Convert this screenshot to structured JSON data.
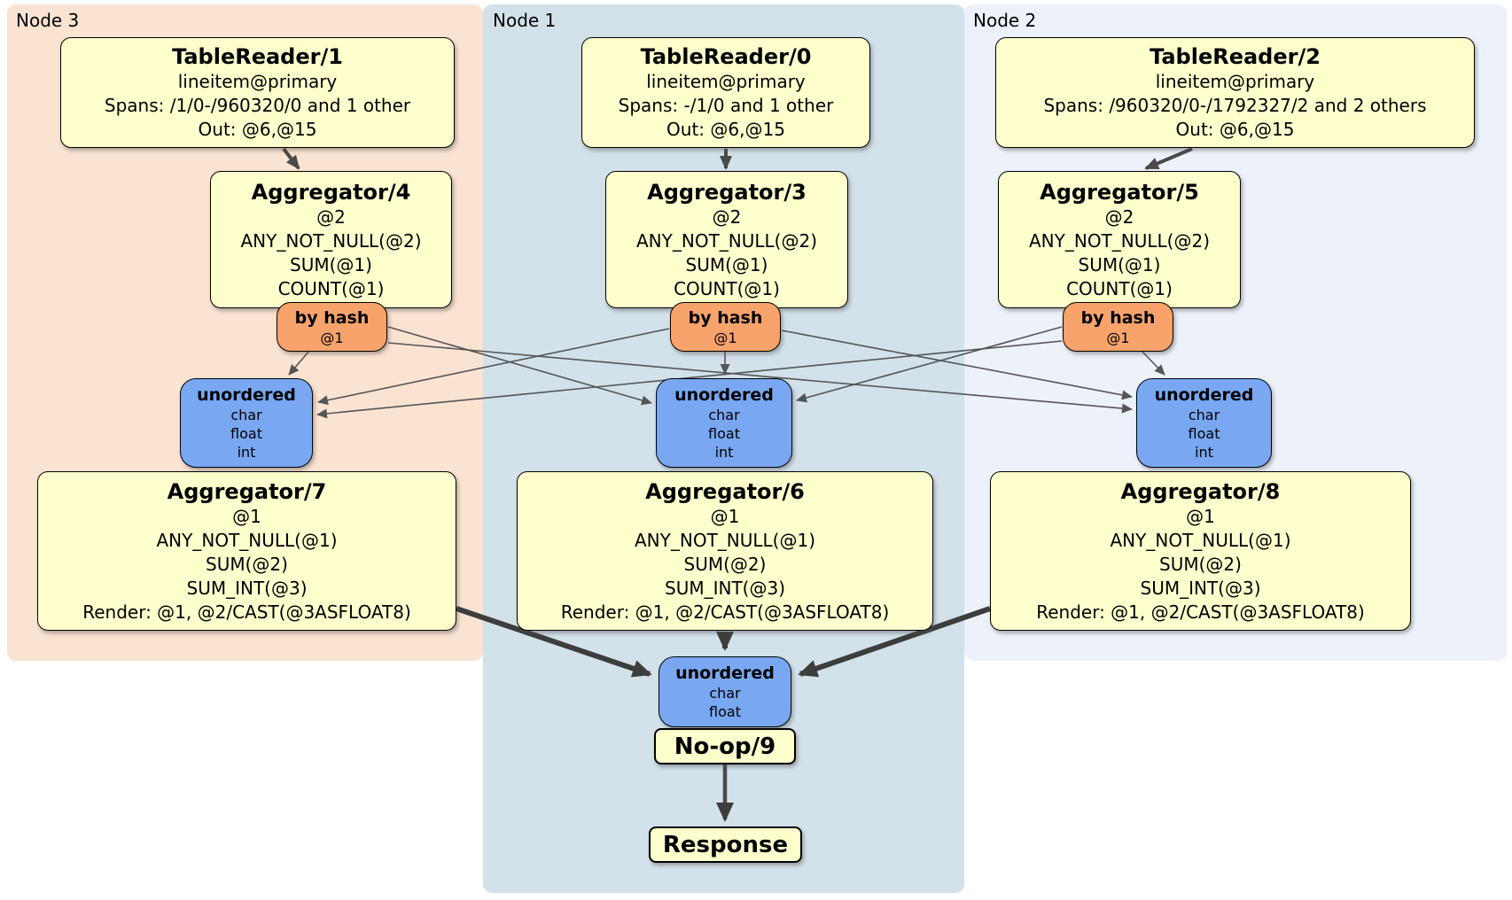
{
  "diagram_type": "distsql-plan",
  "colors": {
    "node3_bg": "#FBE3D2",
    "node1_bg": "#D3E1EA",
    "node2_bg": "#EDF1FA",
    "processor_fill": "#FFFFCE",
    "router_fill": "#F7A36B",
    "sync_fill": "#79A7F2",
    "edge": "#4a4a4a"
  },
  "regions": {
    "node3": {
      "label": "Node 3"
    },
    "node1": {
      "label": "Node 1"
    },
    "node2": {
      "label": "Node 2"
    }
  },
  "boxes": {
    "tr1": {
      "title": "TableReader/1",
      "lines": [
        "lineitem@primary",
        "Spans: /1/0-/960320/0 and 1 other",
        "Out: @6,@15"
      ]
    },
    "tr0": {
      "title": "TableReader/0",
      "lines": [
        "lineitem@primary",
        "Spans: -/1/0 and 1 other",
        "Out: @6,@15"
      ]
    },
    "tr2": {
      "title": "TableReader/2",
      "lines": [
        "lineitem@primary",
        "Spans: /960320/0-/1792327/2 and 2 others",
        "Out: @6,@15"
      ]
    },
    "agg4": {
      "title": "Aggregator/4",
      "lines": [
        "@2",
        "ANY_NOT_NULL(@2)",
        "SUM(@1)",
        "COUNT(@1)"
      ]
    },
    "agg3": {
      "title": "Aggregator/3",
      "lines": [
        "@2",
        "ANY_NOT_NULL(@2)",
        "SUM(@1)",
        "COUNT(@1)"
      ]
    },
    "agg5": {
      "title": "Aggregator/5",
      "lines": [
        "@2",
        "ANY_NOT_NULL(@2)",
        "SUM(@1)",
        "COUNT(@1)"
      ]
    },
    "hash3": {
      "title": "by hash",
      "lines": [
        "@1"
      ]
    },
    "hash1": {
      "title": "by hash",
      "lines": [
        "@1"
      ]
    },
    "hash2": {
      "title": "by hash",
      "lines": [
        "@1"
      ]
    },
    "sync3": {
      "title": "unordered",
      "lines": [
        "char",
        "float",
        "int"
      ]
    },
    "sync1": {
      "title": "unordered",
      "lines": [
        "char",
        "float",
        "int"
      ]
    },
    "sync2": {
      "title": "unordered",
      "lines": [
        "char",
        "float",
        "int"
      ]
    },
    "agg7": {
      "title": "Aggregator/7",
      "lines": [
        "@1",
        "ANY_NOT_NULL(@1)",
        "SUM(@2)",
        "SUM_INT(@3)",
        "Render: @1, @2/CAST(@3ASFLOAT8)"
      ]
    },
    "agg6": {
      "title": "Aggregator/6",
      "lines": [
        "@1",
        "ANY_NOT_NULL(@1)",
        "SUM(@2)",
        "SUM_INT(@3)",
        "Render: @1, @2/CAST(@3ASFLOAT8)"
      ]
    },
    "agg8": {
      "title": "Aggregator/8",
      "lines": [
        "@1",
        "ANY_NOT_NULL(@1)",
        "SUM(@2)",
        "SUM_INT(@3)",
        "Render: @1, @2/CAST(@3ASFLOAT8)"
      ]
    },
    "syncfinal": {
      "title": "unordered",
      "lines": [
        "char",
        "float"
      ]
    },
    "noop": {
      "title": "No-op/9"
    },
    "response": {
      "title": "Response"
    }
  },
  "edges": [
    {
      "from": "tr1",
      "to": "agg4"
    },
    {
      "from": "tr0",
      "to": "agg3"
    },
    {
      "from": "tr2",
      "to": "agg5"
    },
    {
      "from": "hash3",
      "to": "sync3"
    },
    {
      "from": "hash3",
      "to": "sync1"
    },
    {
      "from": "hash3",
      "to": "sync2"
    },
    {
      "from": "hash1",
      "to": "sync3"
    },
    {
      "from": "hash1",
      "to": "sync1"
    },
    {
      "from": "hash1",
      "to": "sync2"
    },
    {
      "from": "hash2",
      "to": "sync3"
    },
    {
      "from": "hash2",
      "to": "sync1"
    },
    {
      "from": "hash2",
      "to": "sync2"
    },
    {
      "from": "agg7",
      "to": "syncfinal"
    },
    {
      "from": "agg6",
      "to": "syncfinal"
    },
    {
      "from": "agg8",
      "to": "syncfinal"
    },
    {
      "from": "noop",
      "to": "response"
    }
  ]
}
